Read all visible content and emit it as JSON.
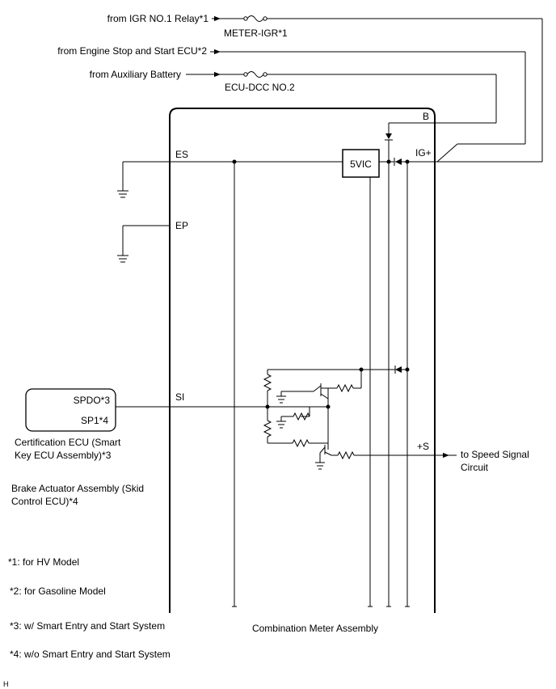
{
  "sources": {
    "igr_relay": "from IGR NO.1 Relay*1",
    "engine_ecu": "from Engine Stop and Start ECU*2",
    "aux_battery": "from Auxiliary Battery"
  },
  "fuses": {
    "meter_igr": "METER-IGR*1",
    "ecu_dcc": "ECU-DCC NO.2"
  },
  "terminals": {
    "b": "B",
    "ig": "IG+",
    "es": "ES",
    "ep": "EP",
    "si": "SI",
    "s": "+S"
  },
  "components": {
    "regulator": "5VIC",
    "meter_assembly": "Combination Meter Assembly"
  },
  "ecu_box": {
    "pin1": "SPDO*3",
    "pin2": "SP1*4"
  },
  "ecu_labels": {
    "certification_line1": "Certification ECU (Smart",
    "certification_line2": "Key ECU Assembly)*3",
    "brake_line1": "Brake Actuator Assembly (Skid",
    "brake_line2": "Control ECU)*4"
  },
  "output": {
    "line1": "to Speed Signal",
    "line2": "Circuit"
  },
  "notes": [
    "*1: for HV Model",
    "*2: for Gasoline Model",
    "*3: w/ Smart Entry and Start System",
    "*4: w/o Smart Entry and Start System"
  ],
  "corner_mark": "H"
}
